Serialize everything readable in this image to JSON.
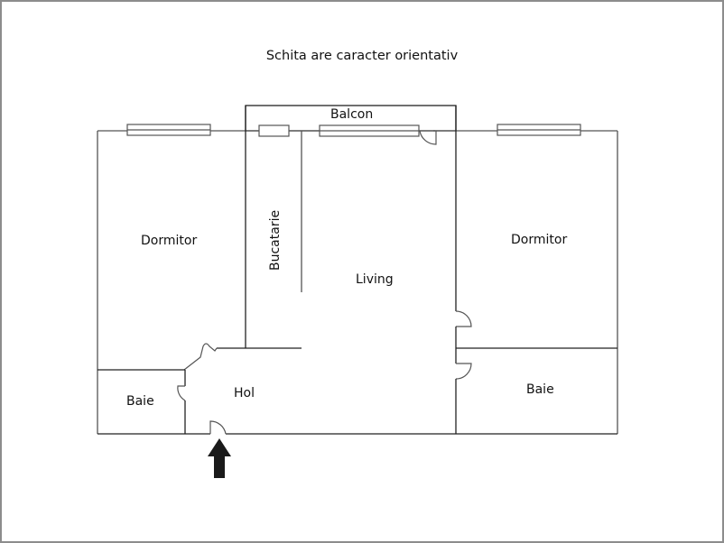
{
  "title": "Schita are caracter orientativ",
  "rooms": [
    {
      "id": "balcon",
      "label": "Balcon"
    },
    {
      "id": "dormitor-left",
      "label": "Dormitor"
    },
    {
      "id": "bucatarie",
      "label": "Bucatarie"
    },
    {
      "id": "living",
      "label": "Living"
    },
    {
      "id": "dormitor-right",
      "label": "Dormitor"
    },
    {
      "id": "hol",
      "label": "Hol"
    },
    {
      "id": "baie-left",
      "label": "Baie"
    },
    {
      "id": "baie-right",
      "label": "Baie"
    }
  ],
  "icons": {
    "entrance": "entrance-arrow-icon"
  },
  "colors": {
    "wall": "#222222",
    "frame": "#8c8c8c",
    "arrow": "#1a1a1a",
    "background": "#ffffff"
  }
}
